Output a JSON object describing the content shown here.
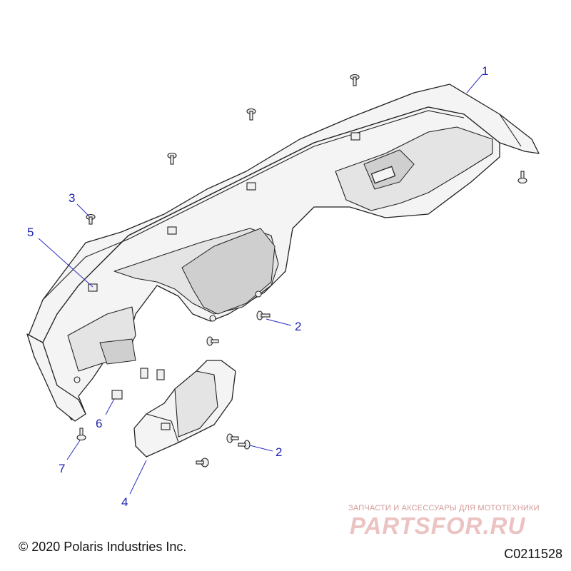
{
  "callouts": [
    {
      "id": "1",
      "label": "1",
      "part": "front-bumper-cover"
    },
    {
      "id": "2a",
      "label": "2",
      "part": "screw"
    },
    {
      "id": "2b",
      "label": "2",
      "part": "screw"
    },
    {
      "id": "3",
      "label": "3",
      "part": "screw"
    },
    {
      "id": "4",
      "label": "4",
      "part": "side-bracket"
    },
    {
      "id": "5",
      "label": "5",
      "part": "clip-nut"
    },
    {
      "id": "6",
      "label": "6",
      "part": "clip-nut"
    },
    {
      "id": "7",
      "label": "7",
      "part": "screw"
    }
  ],
  "copyright": "© 2020 Polaris Industries Inc.",
  "diagram_code": "C0211528",
  "watermark": {
    "tagline": "ЗАПЧАСТИ И АКСЕССУАРЫ ДЛЯ МОТОТЕХНИКИ",
    "logo": "PARTSFOR.RU"
  },
  "colors": {
    "callout": "#1a1fb0",
    "watermark": "#ecc3c3"
  }
}
